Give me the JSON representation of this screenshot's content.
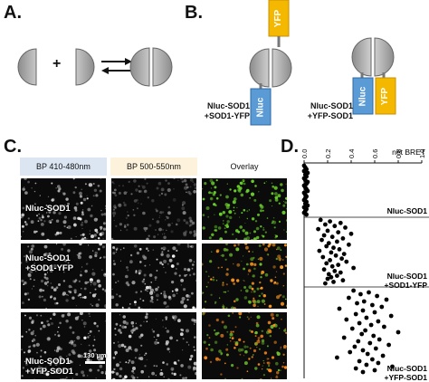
{
  "panels": {
    "a": "A.",
    "b": "B.",
    "c": "C.",
    "d": "D."
  },
  "panel_a": {
    "plus": "+"
  },
  "panel_b": {
    "tag_nluc": "Nluc",
    "tag_yfp": "YFP",
    "construct1_line1": "Nluc-SOD1",
    "construct1_line2": "+SOD1-YFP",
    "construct2_line1": "Nluc-SOD1",
    "construct2_line2": "+YFP-SOD1",
    "colors": {
      "nluc": "#5b9bd5",
      "yfp": "#f5b800",
      "sod1": "#a6a6a6"
    }
  },
  "panel_c": {
    "columns": [
      "BP 410-480nm",
      "BP 500-550nm",
      "Overlay"
    ],
    "column_colors": [
      "#dce6f2",
      "#fdf2dc",
      "#ffffff"
    ],
    "rows": [
      {
        "line1": "Nluc-SOD1",
        "line2": ""
      },
      {
        "line1": "Nluc-SOD1",
        "line2": "+SOD1-YFP"
      },
      {
        "line1": "Nluc-SOD1",
        "line2": "+YFP-SOD1"
      }
    ],
    "scale_bar": "130 µm",
    "overlay_colors": [
      "#6ad22a",
      "#ff9a1f",
      "#ff8a1a"
    ]
  },
  "chart_data": {
    "type": "scatter",
    "title": "net BRET",
    "xlim": [
      0.0,
      1.0
    ],
    "xticks": [
      "0.0",
      "0.2",
      "0.4",
      "0.6",
      "0.8",
      "1.0"
    ],
    "groups": [
      {
        "name": "Nluc-SOD1",
        "line1": "Nluc-SOD1",
        "line2": "",
        "values": [
          0.0,
          0.01,
          0.02,
          0.0,
          0.03,
          0.01,
          0.02,
          0.0,
          0.01,
          0.03,
          0.02,
          0.0,
          0.01,
          0.02,
          0.03,
          0.0,
          0.01,
          0.02,
          0.01,
          0.0,
          0.02,
          0.01,
          0.03,
          0.0,
          0.02,
          0.01,
          0.0,
          0.02
        ]
      },
      {
        "name": "Nluc-SOD1 +SOD1-YFP",
        "line1": "Nluc-SOD1",
        "line2": "+SOD1-YFP",
        "values": [
          0.14,
          0.22,
          0.31,
          0.18,
          0.26,
          0.35,
          0.12,
          0.2,
          0.29,
          0.4,
          0.17,
          0.24,
          0.33,
          0.15,
          0.28,
          0.21,
          0.38,
          0.19,
          0.25,
          0.3,
          0.13,
          0.23,
          0.34,
          0.27,
          0.16,
          0.32,
          0.22,
          0.36,
          0.19,
          0.29,
          0.24,
          0.42,
          0.17,
          0.26,
          0.31,
          0.21,
          0.28,
          0.23,
          0.2,
          0.33,
          0.25,
          0.18
        ]
      },
      {
        "name": "Nluc-SOD1 +YFP-SOD1",
        "line1": "Nluc-SOD1",
        "line2": "+YFP-SOD1",
        "values": [
          0.42,
          0.55,
          0.48,
          0.62,
          0.38,
          0.7,
          0.51,
          0.45,
          0.58,
          0.66,
          0.3,
          0.5,
          0.6,
          0.44,
          0.74,
          0.53,
          0.36,
          0.63,
          0.47,
          0.57,
          0.68,
          0.41,
          0.52,
          0.8,
          0.49,
          0.59,
          0.34,
          0.64,
          0.46,
          0.56,
          0.72,
          0.43,
          0.61,
          0.5,
          0.39,
          0.54,
          0.67,
          0.28,
          0.58,
          0.47,
          0.63,
          0.53,
          0.75,
          0.44,
          0.6,
          0.5
        ]
      }
    ]
  }
}
